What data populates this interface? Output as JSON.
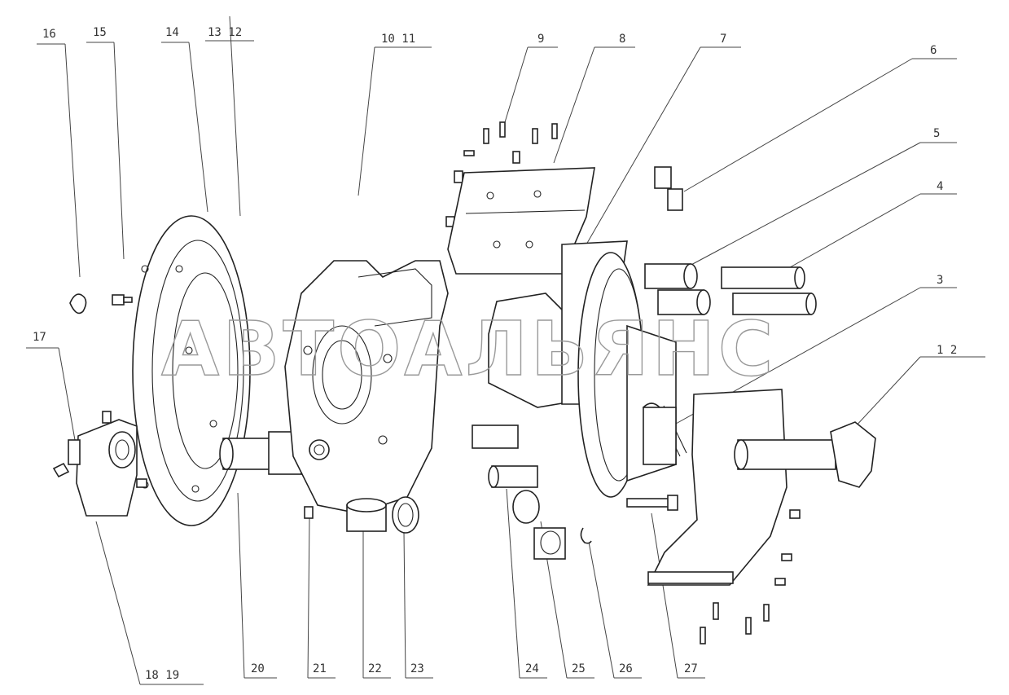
{
  "watermark": "АВТОАЛЬЯНС",
  "labels": {
    "p1_2": "1   2",
    "p3": "3",
    "p4": "4",
    "p5": "5",
    "p6": "6",
    "p7": "7",
    "p8": "8",
    "p9": "9",
    "p10_11": "10   11",
    "p13_12": "13 12",
    "p14": "14",
    "p15": "15",
    "p16": "16",
    "p17": "17",
    "p18_19": "18   19",
    "p20": "20",
    "p21": "21",
    "p22": "22",
    "p23": "23",
    "p24": "24",
    "p25": "25",
    "p26": "26",
    "p27": "27"
  }
}
